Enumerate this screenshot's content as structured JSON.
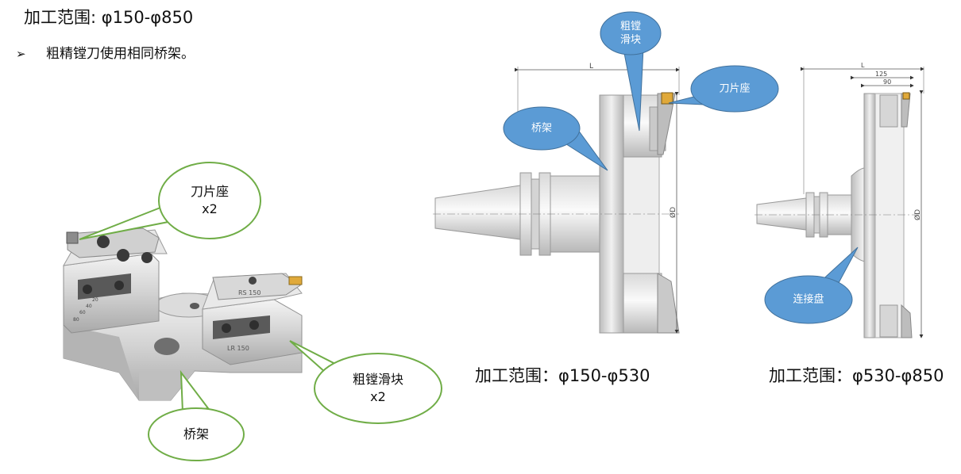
{
  "header": {
    "range_title": "加工范围: φ150-φ850",
    "bullet_marker": "➢",
    "bullet_text": "粗精镗刀使用相同桥架。"
  },
  "photo_callouts": {
    "insert_holder": [
      "刀片座",
      "x2"
    ],
    "slide_block": [
      "粗镗滑块",
      "x2"
    ],
    "bridge": "桥架"
  },
  "photo_markings": {
    "left_block": "RS 150",
    "right_block": "LR 150",
    "side_scale": [
      "80",
      "60",
      "40",
      "20"
    ]
  },
  "drawing_1": {
    "callout_slide": [
      "粗镗",
      "滑块"
    ],
    "callout_insert": "刀片座",
    "callout_bridge": "桥架",
    "dim_length": "L",
    "dim_diameter": "ØD",
    "caption": "加工范围：φ150-φ530"
  },
  "drawing_2": {
    "dim_length": "L",
    "dim_125": "125",
    "dim_90": "90",
    "dim_diameter": "ØD",
    "callout_plate": "连接盘",
    "caption": "加工范围：φ530-φ850"
  },
  "colors": {
    "callout_green": "#70ad47",
    "callout_blue": "#5b9bd5",
    "callout_blue_border": "#41719c",
    "metal_light": "#e6e6e6",
    "metal_mid": "#c8c8c8",
    "metal_dark": "#8c8c8c",
    "insert_gold": "#e0a93a"
  }
}
